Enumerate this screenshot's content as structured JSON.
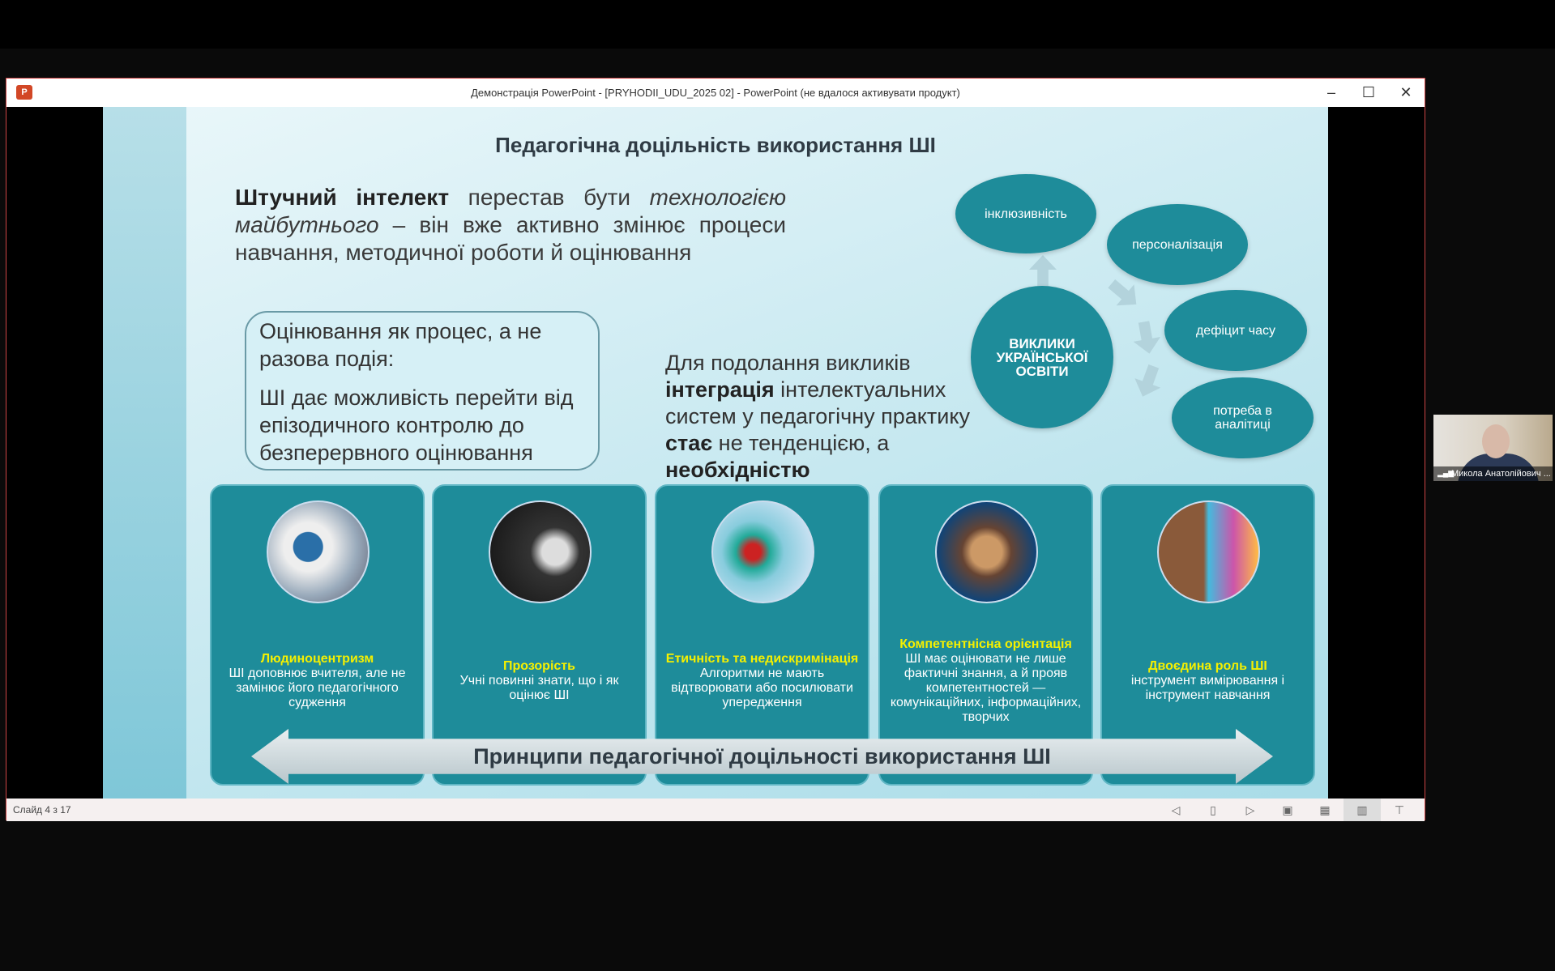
{
  "window": {
    "title": "Демонстрація PowerPoint - [PRYHODII_UDU_2025 02] - PowerPoint (не вдалося активувати продукт)",
    "app_icon": "P",
    "minimize": "–",
    "maximize": "☐",
    "close": "✕"
  },
  "slide": {
    "title": "Педагогічна доцільність використання ШІ",
    "intro": {
      "bold": "Штучний інтелект",
      "t1": " перестав бути ",
      "italic": "технологією майбутнього",
      "t2": " – він вже активно змінює процеси навчання, методичної роботи й оцінювання"
    },
    "box": {
      "line1": "Оцінювання як процес, а не разова подія:",
      "line2": "ШІ дає можливість перейти від епізодичного контролю до безперервного оцінювання"
    },
    "need": {
      "t1": "Для подолання викликів ",
      "b1": "інтеграція",
      "t2": " інтелектуальних систем у педагогічну практику ",
      "b2": "стає",
      "t3": " не тенденцією, а ",
      "b3": "необхідністю"
    },
    "challenges": {
      "center": "ВИКЛИКИ УКРАЇНСЬКОЇ ОСВІТИ",
      "items": [
        "інклюзивність",
        "персоналізація",
        "дефіцит часу",
        "потреба в аналітиці"
      ]
    },
    "cards": [
      {
        "title": "Людиноцентризм",
        "text": "ШІ доповнює вчителя, але не замінює його педагогічного судження"
      },
      {
        "title": "Прозорість",
        "text": "Учні повинні знати, що і як оцінює ШІ"
      },
      {
        "title": "Етичність та недискримінація",
        "text": "Алгоритми не мають відтворювати або посилювати упередження"
      },
      {
        "title": "Компетентнісна орієнтація",
        "text": "ШІ має оцінювати не лише фактичні знання, а й прояв компетентностей — комунікаційних, інформаційних, творчих"
      },
      {
        "title": "Двоєдина роль ШІ",
        "text": "інструмент вимірювання і інструмент навчання"
      }
    ],
    "band": "Принципи педагогічної доцільності використання ШІ"
  },
  "status": {
    "slide_counter": "Слайд 4 з 17"
  },
  "participant": {
    "name": "Микола Анатолійович ..."
  }
}
